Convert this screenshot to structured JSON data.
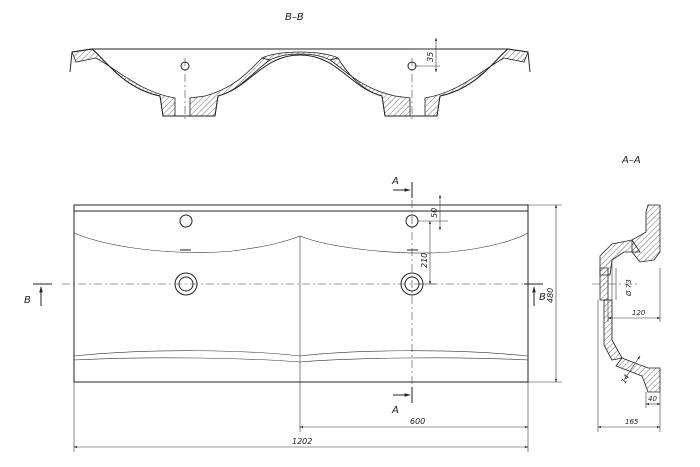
{
  "section_views": {
    "bb_title": "B–B",
    "aa_title": "A–A"
  },
  "cut_markers": {
    "a_top": "A",
    "a_bottom": "A",
    "b_left": "B",
    "b_right": "B"
  },
  "dimensions": {
    "bb_depth": "35",
    "plan_hole_offset": "50",
    "plan_drain_offset": "210",
    "plan_depth": "480",
    "half_width": "600",
    "total_width": "1202",
    "aa_drain_dia": "Ø 73",
    "aa_drain_depth": "120",
    "aa_wall": "14",
    "aa_lip": "40",
    "aa_height": "165"
  }
}
